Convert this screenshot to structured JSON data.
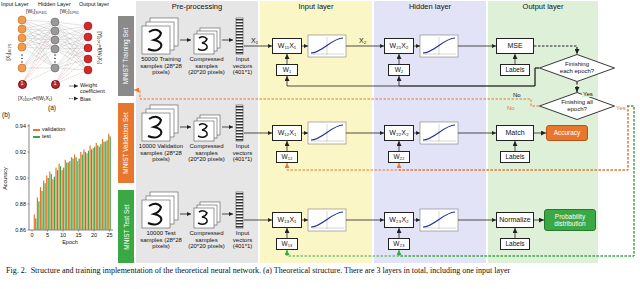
{
  "diagram": {
    "caption": "Fig. 2.  Structure and training implementation of the theoretical neural network. (a) Theoretical structure. There are 3 layers in total, including one input layer",
    "nodes": [
      {
        "text": [
          "1"
        ]
      },
      {
        "text": [
          "1"
        ]
      },
      {
        "text": [
          "Pre-processing"
        ]
      },
      {
        "text": [
          "Input layer"
        ]
      },
      {
        "text": [
          "Hidden layer"
        ]
      },
      {
        "text": [
          "Output layer"
        ]
      },
      {
        "text": [
          "MNIST Training Set"
        ]
      },
      {
        "text": [
          "MNIST Validation Set"
        ]
      },
      {
        "text": [
          "MNIST Test Set"
        ]
      },
      {
        "text": [
          "W₁₁X₁"
        ],
        "in": 3
      },
      {
        "text": [
          "W₁"
        ],
        "in": 3
      },
      {
        "text": [
          "W₂₁X₂"
        ],
        "in": 4
      },
      {
        "text": [
          "W₂"
        ],
        "in": 4
      },
      {
        "text": [
          "MSE"
        ],
        "in": 5
      },
      {
        "text": [
          "Labels"
        ],
        "in": 5
      },
      {
        "text": [
          "Finishing each epoch?"
        ]
      },
      {
        "text": [
          "Finishing all epoch?"
        ]
      },
      {
        "text": [
          "W₁₂X₁"
        ],
        "in": 3
      },
      {
        "text": [
          "W₁₂"
        ],
        "in": 3
      },
      {
        "text": [
          "W₂₂X₂"
        ],
        "in": 4
      },
      {
        "text": [
          "W₂₂"
        ],
        "in": 4
      },
      {
        "text": [
          "Match"
        ],
        "in": 5
      },
      {
        "text": [
          "Labels"
        ],
        "in": 5
      },
      {
        "text": [
          "Accuracy"
        ],
        "in": 5
      },
      {
        "text": [
          "W₁₃X₁"
        ],
        "in": 3
      },
      {
        "text": [
          "W₁₃"
        ],
        "in": 3
      },
      {
        "text": [
          "W₂₃X₂"
        ],
        "in": 4
      },
      {
        "text": [
          "W₂₃"
        ],
        "in": 4
      },
      {
        "text": [
          "Normalize"
        ],
        "in": 5
      },
      {
        "text": [
          "Labels"
        ],
        "in": 5
      },
      {
        "text": [
          "Probability distribution"
        ],
        "in": 5
      }
    ],
    "edges": [
      {
        "from": 14,
        "to": 13,
        "arrow": "to"
      },
      {
        "from": 10,
        "to": 9,
        "arrow": "to"
      },
      {
        "from": 12,
        "to": 11,
        "arrow": "to"
      },
      {
        "from": 13,
        "to": 15,
        "arrow": "to"
      },
      {
        "from": 15,
        "to": 12,
        "arrow": "to",
        "label": "No"
      },
      {
        "from": 15,
        "to": 10,
        "arrow": "to"
      },
      {
        "from": 15,
        "to": 16,
        "arrow": "to",
        "label": "Yes"
      },
      {
        "from": 16,
        "to": 6,
        "arrow": "to",
        "label": "No"
      },
      {
        "from": 16,
        "to": 18,
        "arrow": "to",
        "label": "Yes"
      },
      {
        "from": 16,
        "to": 20,
        "arrow": "to"
      },
      {
        "from": 16,
        "to": 25,
        "arrow": "to"
      },
      {
        "from": 16,
        "to": 27,
        "arrow": "to"
      },
      {
        "from": 18,
        "to": 17,
        "arrow": "to"
      },
      {
        "from": 20,
        "to": 19,
        "arrow": "to"
      },
      {
        "from": 22,
        "to": 21,
        "arrow": "to"
      },
      {
        "from": 21,
        "to": 23,
        "arrow": "to"
      },
      {
        "from": 25,
        "to": 24,
        "arrow": "to"
      },
      {
        "from": 27,
        "to": 26,
        "arrow": "to"
      },
      {
        "from": 29,
        "to": 28,
        "arrow": "to"
      },
      {
        "from": 28,
        "to": 30,
        "arrow": "to"
      }
    ],
    "labels": [
      "Input Layer",
      "Hidden Layer",
      "Output layer",
      "[W₁]₃₀ₓ₄₀₁",
      "[W₂]₁₀ₓ₃₁",
      "[X₁]₄₀₁ₓ₁",
      "[Y]₁₀ₓ₁=f(W₂X₂)",
      "[X₂]₃₁ₓ₁=f(W₁X₁)",
      "(a)",
      "(b)",
      "Accuracy",
      "0.94",
      "0.92",
      "0.90",
      "0.88",
      "0.86",
      "0",
      "5",
      "10",
      "15",
      "20",
      "25",
      "Epoch",
      "X₁",
      "X₂",
      "50000 Training samples (28*28 pixels)",
      "Compressed samples (20*20 pixels)",
      "Input vectors (401*1)",
      "10000 Validation samples (28*28 pixels)",
      "Compressed samples (20*20 pixels)",
      "Input vectors (401*1)",
      "10000 Test samples (28*28 pixels)",
      "Compressed samples (20*20 pixels)",
      "Input vectors (401*1)"
    ],
    "legend": [
      {
        "text": "Weight coefficient"
      },
      {
        "text": "Bias"
      },
      {
        "text": "validation",
        "color": "#e8772e"
      },
      {
        "text": "test",
        "color": "#3aa845"
      }
    ]
  }
}
